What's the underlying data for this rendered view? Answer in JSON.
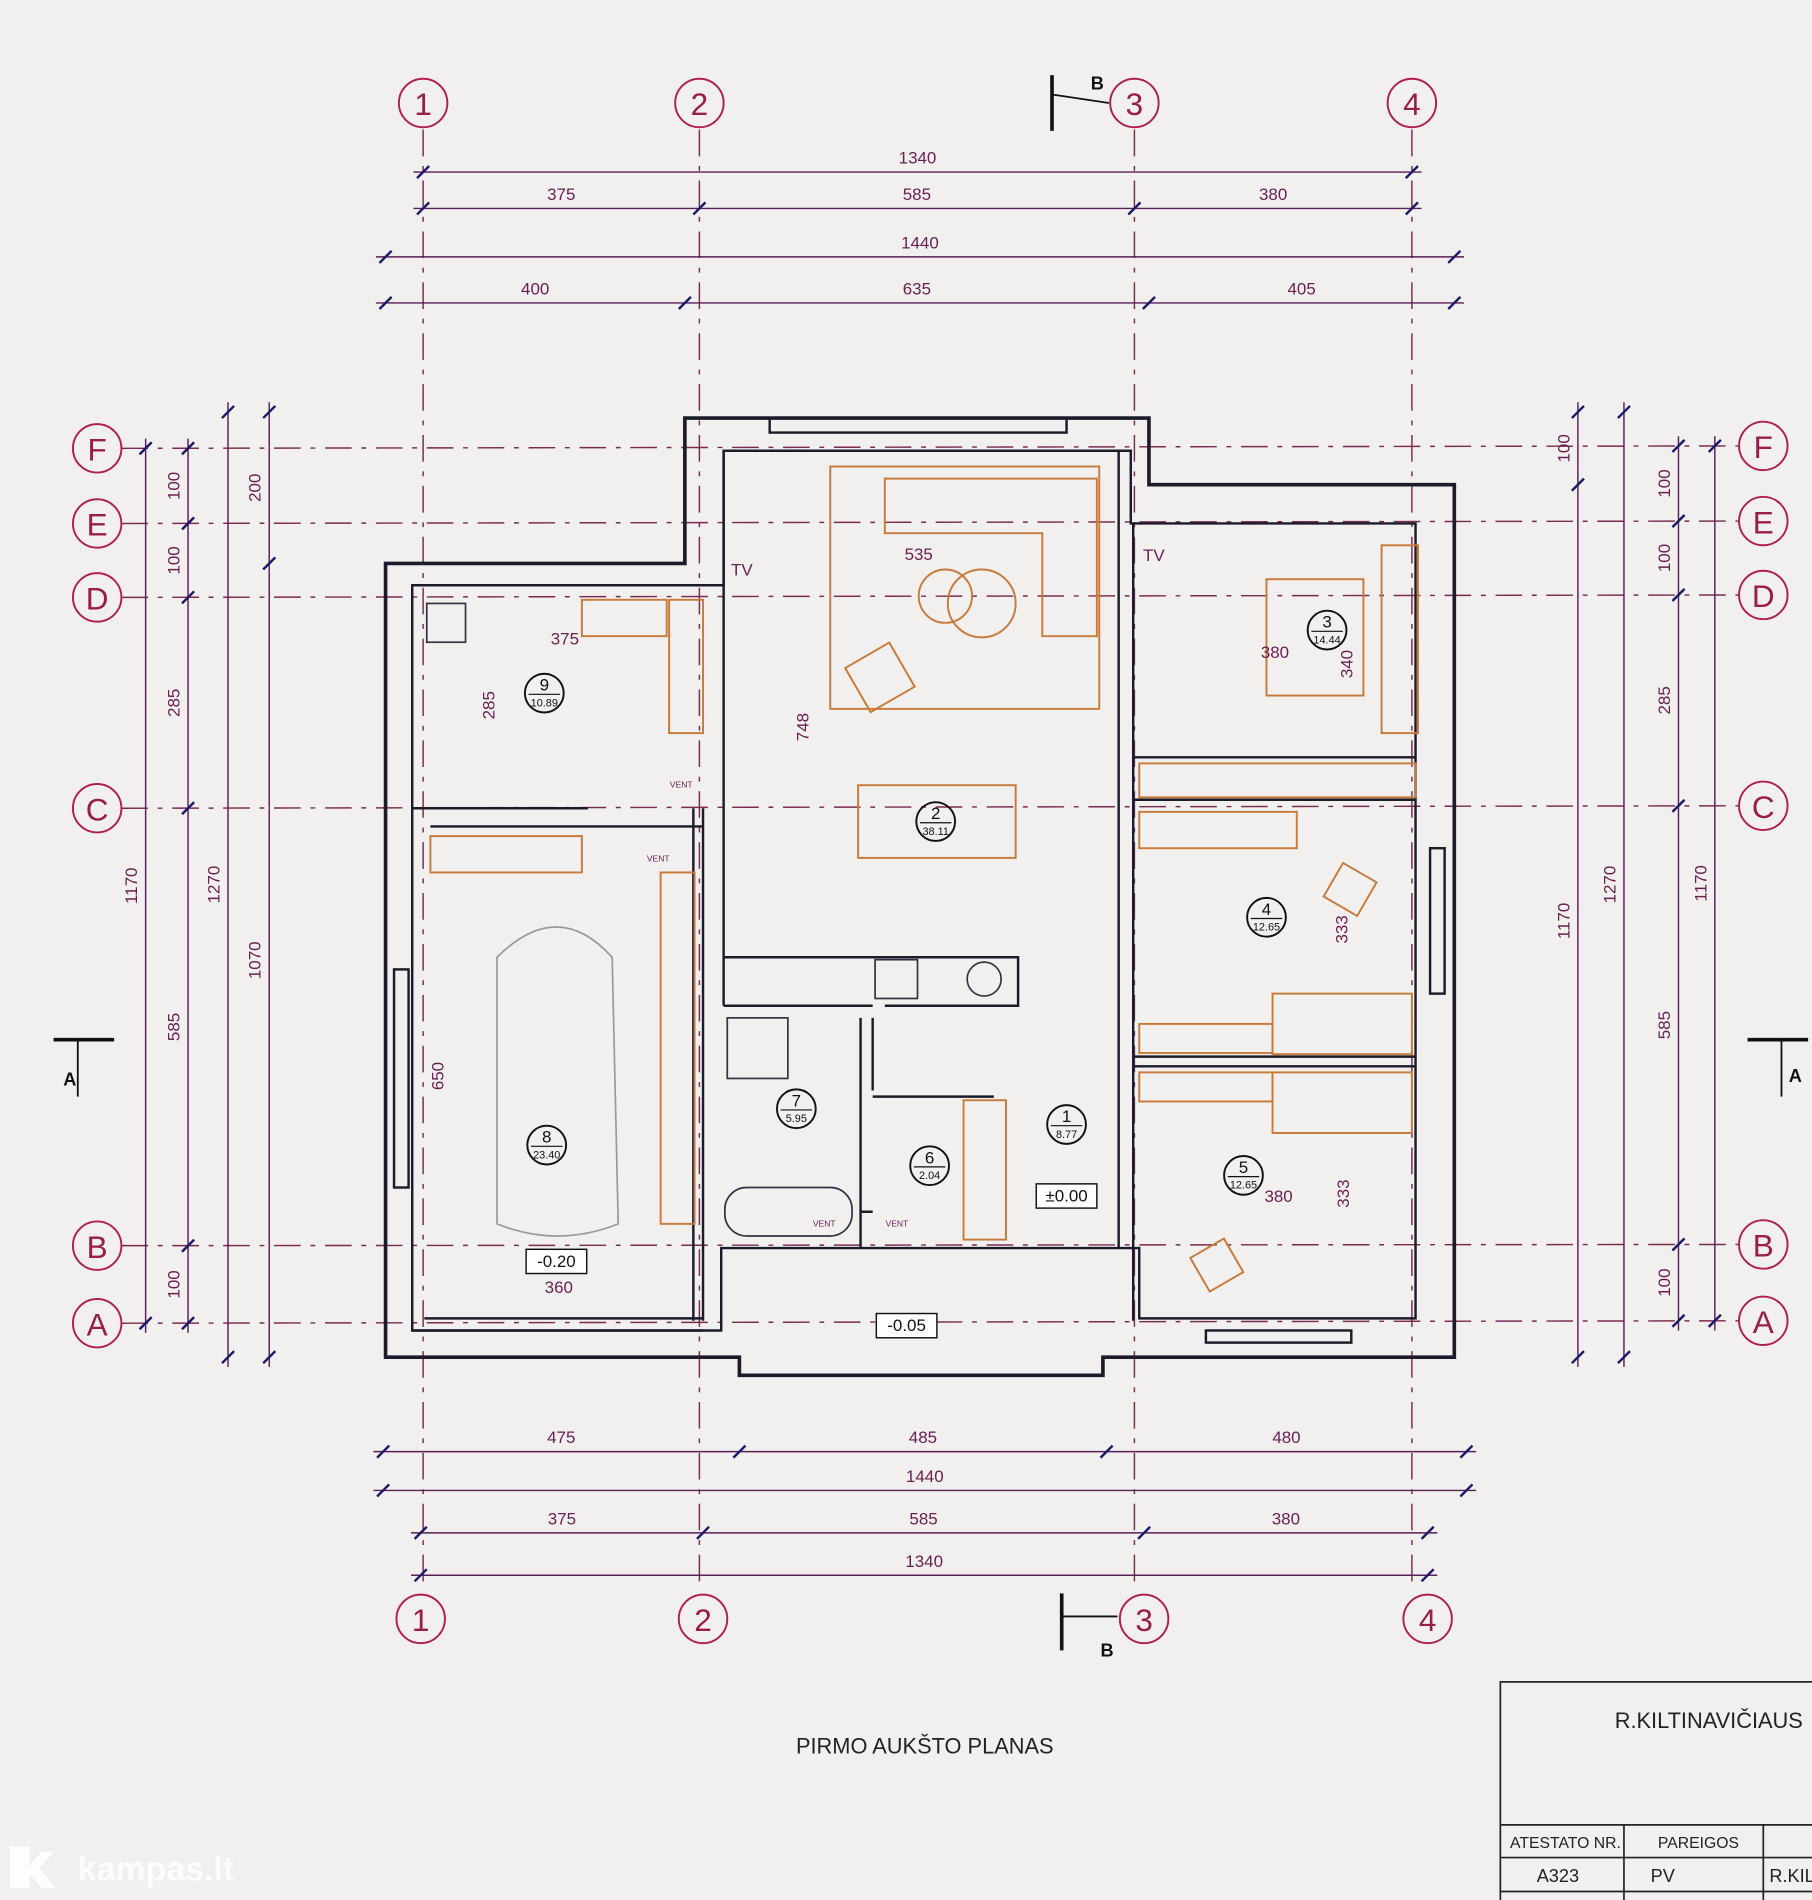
{
  "columns_top": [
    "1",
    "2",
    "3",
    "4"
  ],
  "columns_bottom": [
    "1",
    "2",
    "3",
    "4"
  ],
  "rows_left": [
    "F",
    "E",
    "D",
    "C",
    "B",
    "A"
  ],
  "rows_right": [
    "F",
    "E",
    "D",
    "C",
    "B",
    "A"
  ],
  "dims_top": {
    "overall_axes": "1340",
    "axes": [
      "375",
      "585",
      "380"
    ],
    "overall": "1440",
    "segments": [
      "400",
      "635",
      "405"
    ]
  },
  "dims_bottom": {
    "segments": [
      "475",
      "485",
      "480"
    ],
    "overall": "1440",
    "axes": [
      "375",
      "585",
      "380"
    ],
    "overall_axes": "1340"
  },
  "dims_left": {
    "rows": [
      "100",
      "100",
      "285",
      "585",
      "100"
    ],
    "axes_total": "1170",
    "overall": "1270",
    "upper": "200",
    "lower": "1070"
  },
  "dims_right": {
    "rows": [
      "100",
      "100",
      "285",
      "585",
      "100"
    ],
    "axes_total": "1170",
    "overall": "1270",
    "upper": "100",
    "lower": "1170"
  },
  "dims_inner": [
    "375",
    "285",
    "535",
    "748",
    "380",
    "340",
    "333",
    "380",
    "333",
    "650",
    "360"
  ],
  "rooms": [
    {
      "number": "1",
      "area": "8.77"
    },
    {
      "number": "2",
      "area": "38.11"
    },
    {
      "number": "3",
      "area": "14.44"
    },
    {
      "number": "4",
      "area": "12.65"
    },
    {
      "number": "5",
      "area": "12.65"
    },
    {
      "number": "6",
      "area": "2.04"
    },
    {
      "number": "7",
      "area": "5.95"
    },
    {
      "number": "8",
      "area": "23.40"
    },
    {
      "number": "9",
      "area": "10.89"
    }
  ],
  "levels": [
    "-0.20",
    "±0.00",
    "-0.05"
  ],
  "tv_labels": [
    "TV",
    "TV"
  ],
  "vent_labels": [
    "VENT",
    "VENT",
    "VENT",
    "VENT"
  ],
  "sections": {
    "top": "B",
    "bottom": "B",
    "left": "A",
    "right": "A"
  },
  "title": "PIRMO AUKŠTO PLANAS",
  "title_block": {
    "company": "R.KILTINAVIČIAUS",
    "headers": [
      "ATESTATO NR.",
      "PAREIGOS"
    ],
    "values": [
      "A323",
      "PV",
      "R.KIL"
    ]
  },
  "watermark": "kampas.lt"
}
